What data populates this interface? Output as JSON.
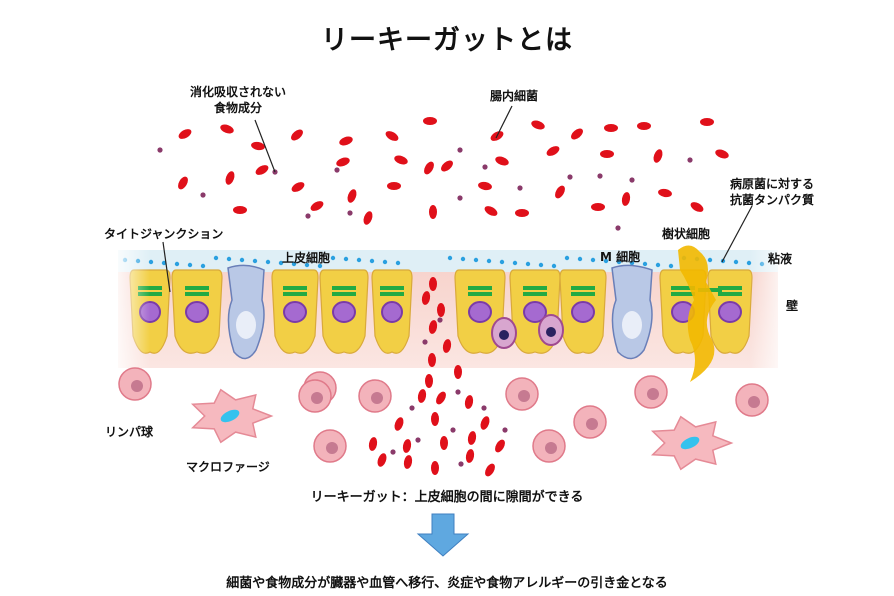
{
  "title": "リーキーガットとは",
  "labels": {
    "undigested_food_1": "消化吸収されない",
    "undigested_food_2": "食物成分",
    "gut_bacteria": "腸内細菌",
    "antibacterial_1": "病原菌に対する",
    "antibacterial_2": "抗菌タンパク質",
    "dendritic_cell": "樹状細胞",
    "tight_junction": "タイトジャンクション",
    "epithelial_cell": "上皮細胞",
    "m_cell": "M 細胞",
    "mucus": "粘液",
    "wall": "壁",
    "lymphocyte": "リンパ球",
    "macrophage": "マクロファージ"
  },
  "caption": "リーキーガット：上皮細胞の間に隙間ができる",
  "result": "細菌や食物成分が臓器や血管へ移行、炎症や食物アレルギーの引き金となる",
  "colors": {
    "bacteria": "#e0101a",
    "food_particle": "#8a3a6a",
    "mucus_dot": "#2aa0e0",
    "epithelium": "#f2cf45",
    "nucleus": "#a56ad0",
    "tight_junction": "#22aa44",
    "m_cell": "#b9c8e6",
    "dendritic": "#f2b800",
    "lymphocyte": "#f3b3bb",
    "macrophage_nucleus": "#35c2ee",
    "arrow": "#5fa8e0"
  }
}
